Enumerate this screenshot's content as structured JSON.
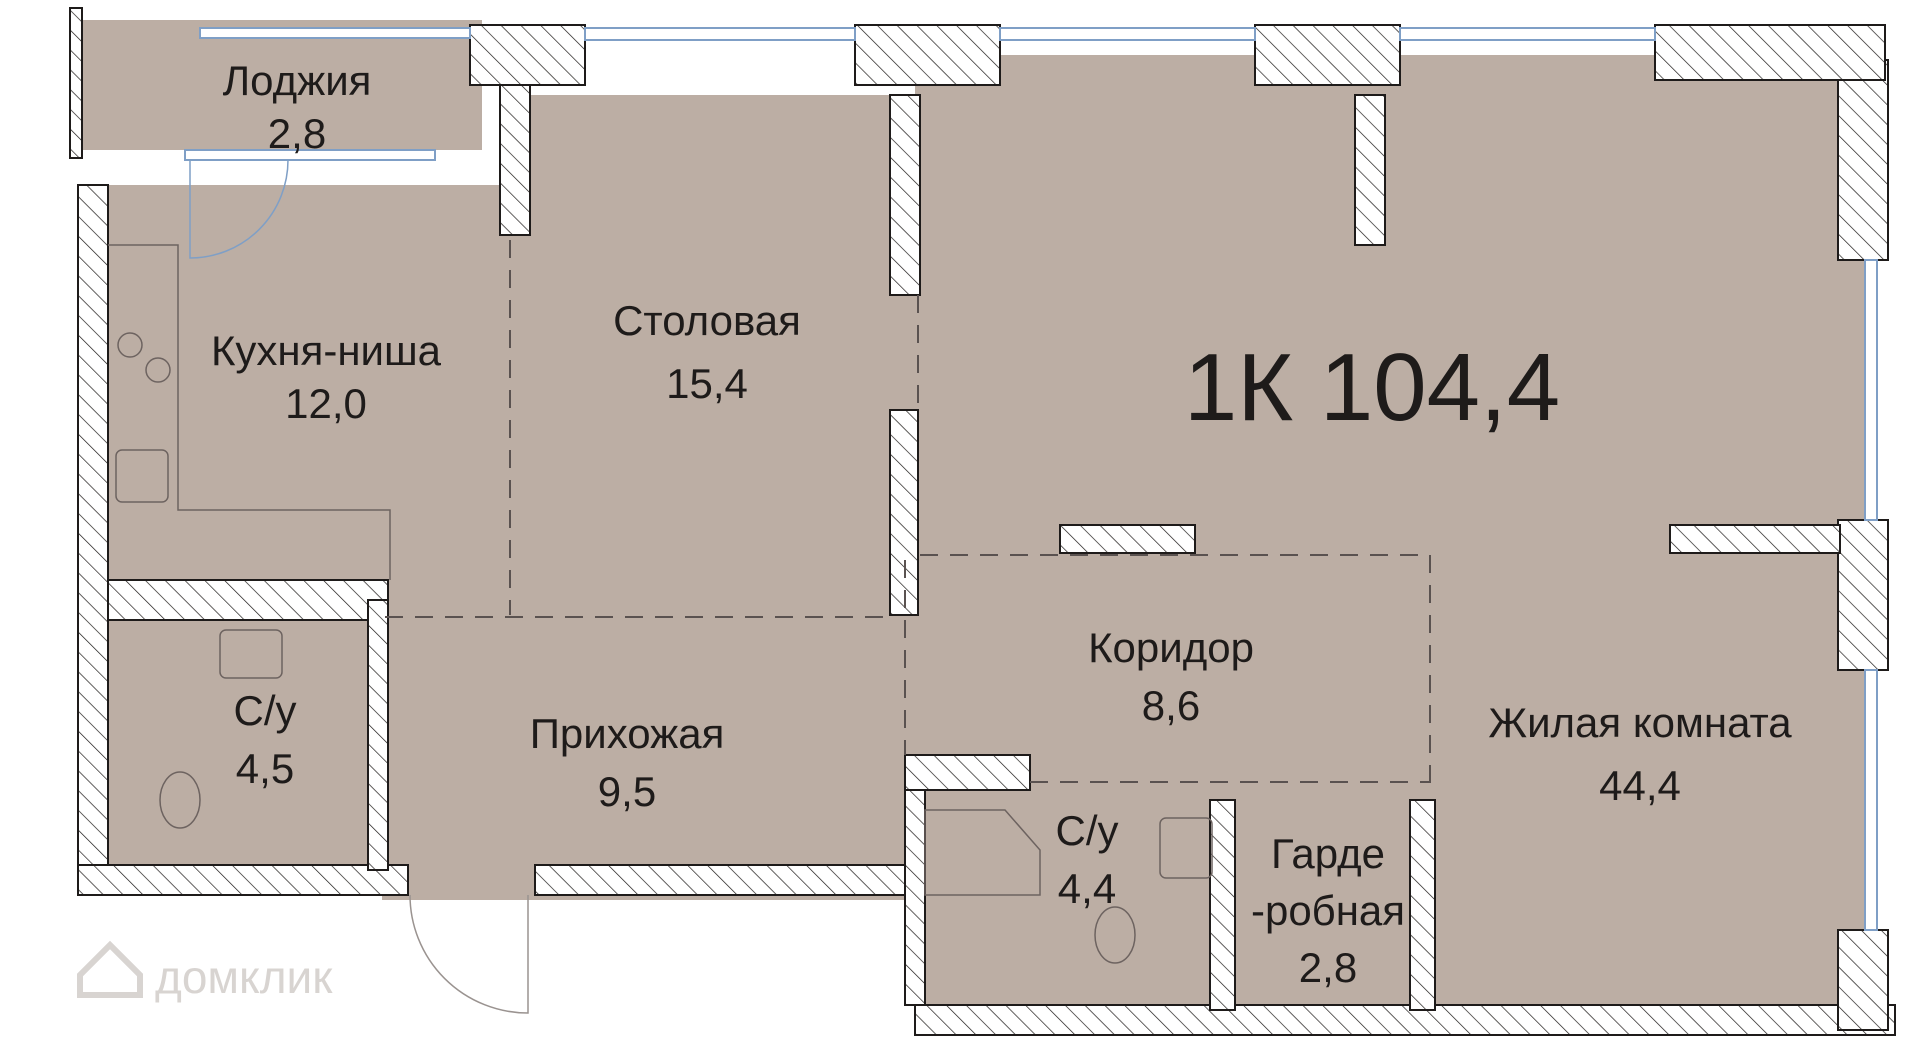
{
  "apartment": {
    "total_label": "1К 104,4"
  },
  "rooms": {
    "loggia": {
      "name": "Лоджия",
      "area": "2,8"
    },
    "kitchen": {
      "name": "Кухня-ниша",
      "area": "12,0"
    },
    "dining": {
      "name": "Столовая",
      "area": "15,4"
    },
    "bathroom1": {
      "name": "С/у",
      "area": "4,5"
    },
    "hallway": {
      "name": "Прихожая",
      "area": "9,5"
    },
    "corridor": {
      "name": "Коридор",
      "area": "8,6"
    },
    "bathroom2": {
      "name": "С/у",
      "area": "4,4"
    },
    "wardrobe": {
      "name_line1": "Гарде",
      "name_line2": "-робная",
      "area": "2,8"
    },
    "living": {
      "name": "Жилая комната",
      "area": "44,4"
    }
  },
  "watermark": {
    "text": "домклик"
  },
  "colors": {
    "floor": "#bcaea4",
    "wall": "#ffffff",
    "wall_stroke": "#1e1b1a",
    "window": "#7f9fc6",
    "text": "#1e1b1a"
  }
}
